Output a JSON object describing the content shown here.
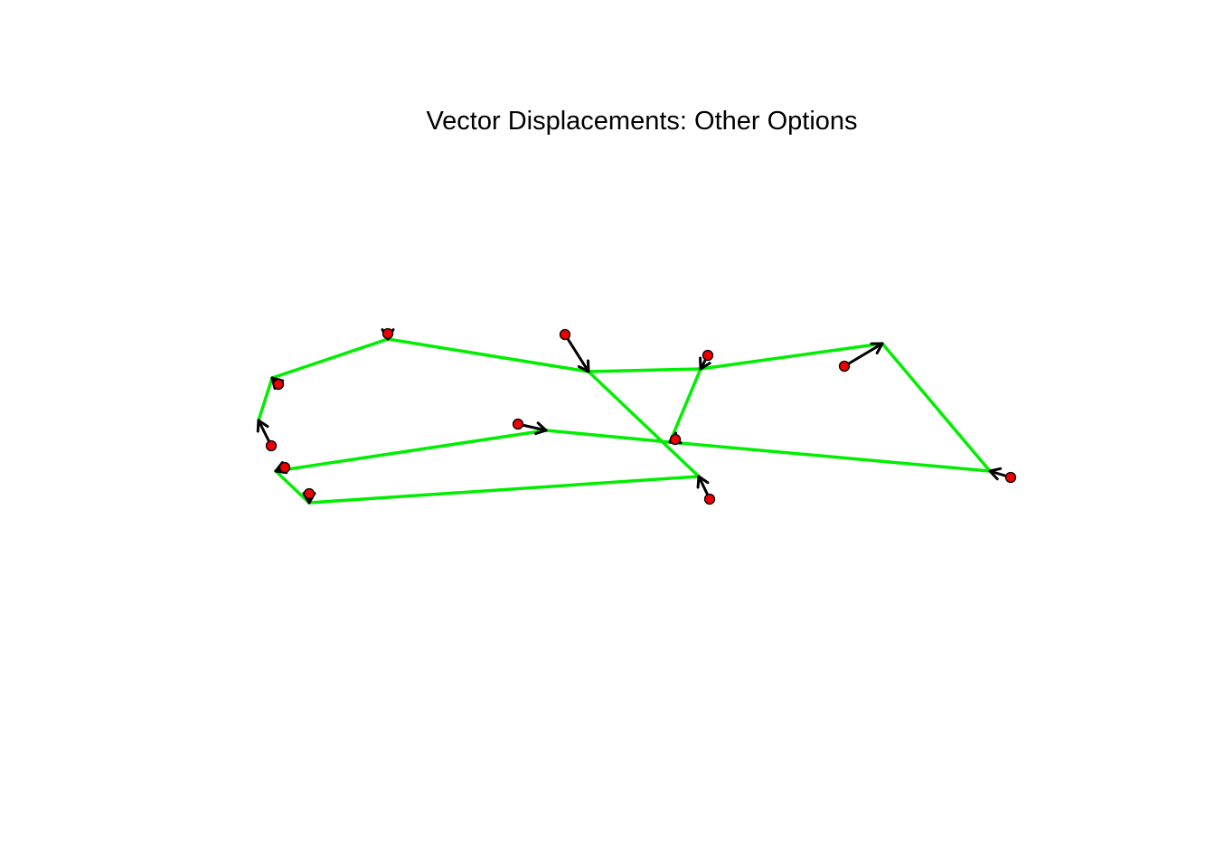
{
  "title": "Vector Displacements: Other Options",
  "colors": {
    "links": "#00ee00",
    "arrows": "#000000",
    "points_fill": "#ee0000",
    "points_stroke": "#000000",
    "background": "#ffffff"
  },
  "chart_data": {
    "type": "scatter",
    "title": "Vector Displacements: Other Options",
    "axes_shown": false,
    "grid": false,
    "landmarks": [
      {
        "id": 1,
        "start": [
          429,
          369
        ],
        "end": [
          429,
          375
        ]
      },
      {
        "id": 2,
        "start": [
          625,
          370
        ],
        "end": [
          651,
          411
        ]
      },
      {
        "id": 3,
        "start": [
          783,
          393
        ],
        "end": [
          775,
          408
        ]
      },
      {
        "id": 4,
        "start": [
          934,
          405
        ],
        "end": [
          976,
          380
        ]
      },
      {
        "id": 5,
        "start": [
          308,
          425
        ],
        "end": [
          301,
          418
        ]
      },
      {
        "id": 6,
        "start": [
          300,
          493
        ],
        "end": [
          286,
          465
        ]
      },
      {
        "id": 7,
        "start": [
          573,
          469
        ],
        "end": [
          604,
          476
        ]
      },
      {
        "id": 8,
        "start": [
          747,
          486
        ],
        "end": [
          741,
          489
        ]
      },
      {
        "id": 9,
        "start": [
          315,
          517
        ],
        "end": [
          305,
          521
        ]
      },
      {
        "id": 10,
        "start": [
          1118,
          528
        ],
        "end": [
          1095,
          521
        ]
      },
      {
        "id": 11,
        "start": [
          342,
          546
        ],
        "end": [
          342,
          556
        ]
      },
      {
        "id": 12,
        "start": [
          785,
          552
        ],
        "end": [
          773,
          527
        ]
      }
    ],
    "links": [
      [
        5,
        1
      ],
      [
        1,
        2
      ],
      [
        2,
        3
      ],
      [
        3,
        4
      ],
      [
        4,
        10
      ],
      [
        10,
        8
      ],
      [
        8,
        7
      ],
      [
        7,
        9
      ],
      [
        9,
        11
      ],
      [
        11,
        12
      ],
      [
        12,
        2
      ],
      [
        8,
        3
      ],
      [
        5,
        6
      ]
    ]
  }
}
